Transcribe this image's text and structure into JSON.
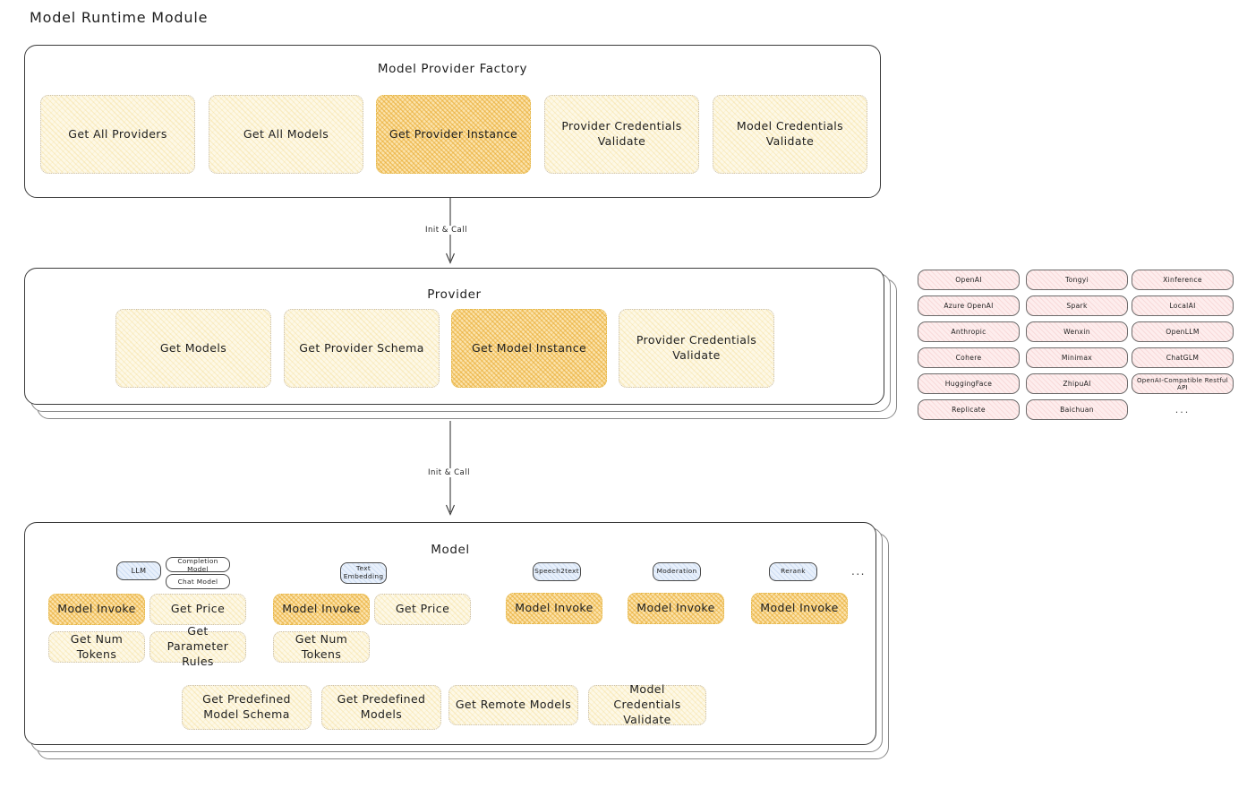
{
  "title": "Model Runtime Module",
  "factory": {
    "title": "Model Provider Factory",
    "methods": [
      {
        "label": "Get All Providers",
        "highlighted": false
      },
      {
        "label": "Get All Models",
        "highlighted": false
      },
      {
        "label": "Get Provider Instance",
        "highlighted": true
      },
      {
        "label": "Provider Credentials Validate",
        "highlighted": false
      },
      {
        "label": "Model Credentials Validate",
        "highlighted": false
      }
    ]
  },
  "arrow1": {
    "label": "Init & Call"
  },
  "provider": {
    "title": "Provider",
    "methods": [
      {
        "label": "Get Models",
        "highlighted": false
      },
      {
        "label": "Get Provider Schema",
        "highlighted": false
      },
      {
        "label": "Get Model Instance",
        "highlighted": true
      },
      {
        "label": "Provider Credentials Validate",
        "highlighted": false
      }
    ]
  },
  "arrow2": {
    "label": "Init & Call"
  },
  "provider_list": {
    "columns": [
      [
        "OpenAI",
        "Azure OpenAI",
        "Anthropic",
        "Cohere",
        "HuggingFace",
        "Replicate"
      ],
      [
        "Tongyi",
        "Spark",
        "Wenxin",
        "Minimax",
        "ZhipuAI",
        "Baichuan"
      ],
      [
        "Xinference",
        "LocalAI",
        "OpenLLM",
        "ChatGLM",
        "OpenAI-Compatible Restful API"
      ]
    ],
    "more": "..."
  },
  "model": {
    "title": "Model",
    "more_badge": "...",
    "groups": [
      {
        "badge": "LLM",
        "badge_style": "blue",
        "sub_badges": [
          "Completion Model",
          "Chat Model"
        ],
        "methods": [
          {
            "label": "Model Invoke",
            "highlighted": true
          },
          {
            "label": "Get Price",
            "highlighted": false
          },
          {
            "label": "Get Num Tokens",
            "highlighted": false
          },
          {
            "label": "Get Parameter Rules",
            "highlighted": false
          }
        ]
      },
      {
        "badge": "Text Embedding",
        "badge_style": "blue",
        "sub_badges": [],
        "methods": [
          {
            "label": "Model Invoke",
            "highlighted": true
          },
          {
            "label": "Get Price",
            "highlighted": false
          },
          {
            "label": "Get Num Tokens",
            "highlighted": false
          }
        ]
      },
      {
        "badge": "Speech2text",
        "badge_style": "blue",
        "sub_badges": [],
        "methods": [
          {
            "label": "Model Invoke",
            "highlighted": true
          }
        ]
      },
      {
        "badge": "Moderation",
        "badge_style": "blue",
        "sub_badges": [],
        "methods": [
          {
            "label": "Model Invoke",
            "highlighted": true
          }
        ]
      },
      {
        "badge": "Rerank",
        "badge_style": "blue",
        "sub_badges": [],
        "methods": [
          {
            "label": "Model Invoke",
            "highlighted": true
          }
        ]
      }
    ],
    "shared_methods": [
      {
        "label": "Get Predefined Model Schema",
        "highlighted": false
      },
      {
        "label": "Get Predefined Models",
        "highlighted": false
      },
      {
        "label": "Get Remote Models",
        "highlighted": false
      },
      {
        "label": "Model Credentials Validate",
        "highlighted": false
      }
    ]
  },
  "colors": {
    "box_fill": "#fdf8e6",
    "box_fill_highlight": "#fbe3ac",
    "chip_fill": "#fdeded",
    "badge_blue_fill": "#e8f0fb",
    "stroke": "#3a3a3a"
  }
}
